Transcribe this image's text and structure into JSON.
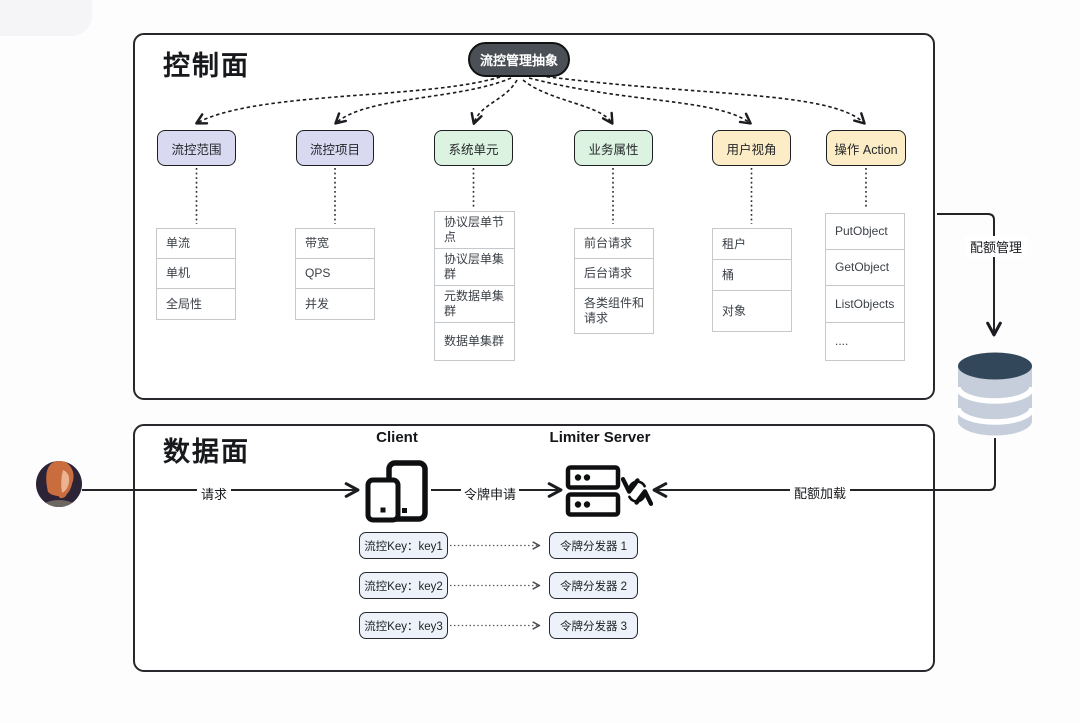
{
  "control_plane": {
    "title": "控制面",
    "root_label": "流控管理抽象",
    "root_color": "#4b5056",
    "categories": [
      {
        "label": "流控范围",
        "color": "#d9daf1",
        "items": [
          "单流",
          "单机",
          "全局性"
        ]
      },
      {
        "label": "流控项目",
        "color": "#d9daf1",
        "items": [
          "带宽",
          "QPS",
          "并发"
        ]
      },
      {
        "label": "系统单元",
        "color": "#dcf3e1",
        "items": [
          "协议层单节点",
          "协议层单集群",
          "元数据单集群",
          "数据单集群"
        ]
      },
      {
        "label": "业务属性",
        "color": "#dcf3e1",
        "items": [
          "前台请求",
          "后台请求",
          "各类组件和请求"
        ]
      },
      {
        "label": "用户视角",
        "color": "#fcedc6",
        "items": [
          "租户",
          "桶",
          "对象"
        ]
      },
      {
        "label": "操作 Action",
        "color": "#fcedc6",
        "items": [
          "PutObject",
          "GetObject",
          "ListObjects",
          "...."
        ]
      }
    ]
  },
  "quota_store": {
    "manage_label": "配额管理",
    "load_label": "配额加载",
    "database_top_color": "#33475a",
    "database_body_color": "#c5ceda"
  },
  "data_plane": {
    "title": "数据面",
    "request_label": "请求",
    "token_request_label": "令牌申请",
    "client_label": "Client",
    "limiter_label": "Limiter Server",
    "flow_keys": [
      {
        "key": "流控Key：key1",
        "dispatcher": "令牌分发器 1"
      },
      {
        "key": "流控Key：key2",
        "dispatcher": "令牌分发器 2"
      },
      {
        "key": "流控Key：key3",
        "dispatcher": "令牌分发器 3"
      }
    ]
  },
  "icons": {
    "user": "user-avatar-icon",
    "client": "devices-icon",
    "server": "server-rack-icon",
    "sync": "sync-icon",
    "database": "database-icon"
  }
}
